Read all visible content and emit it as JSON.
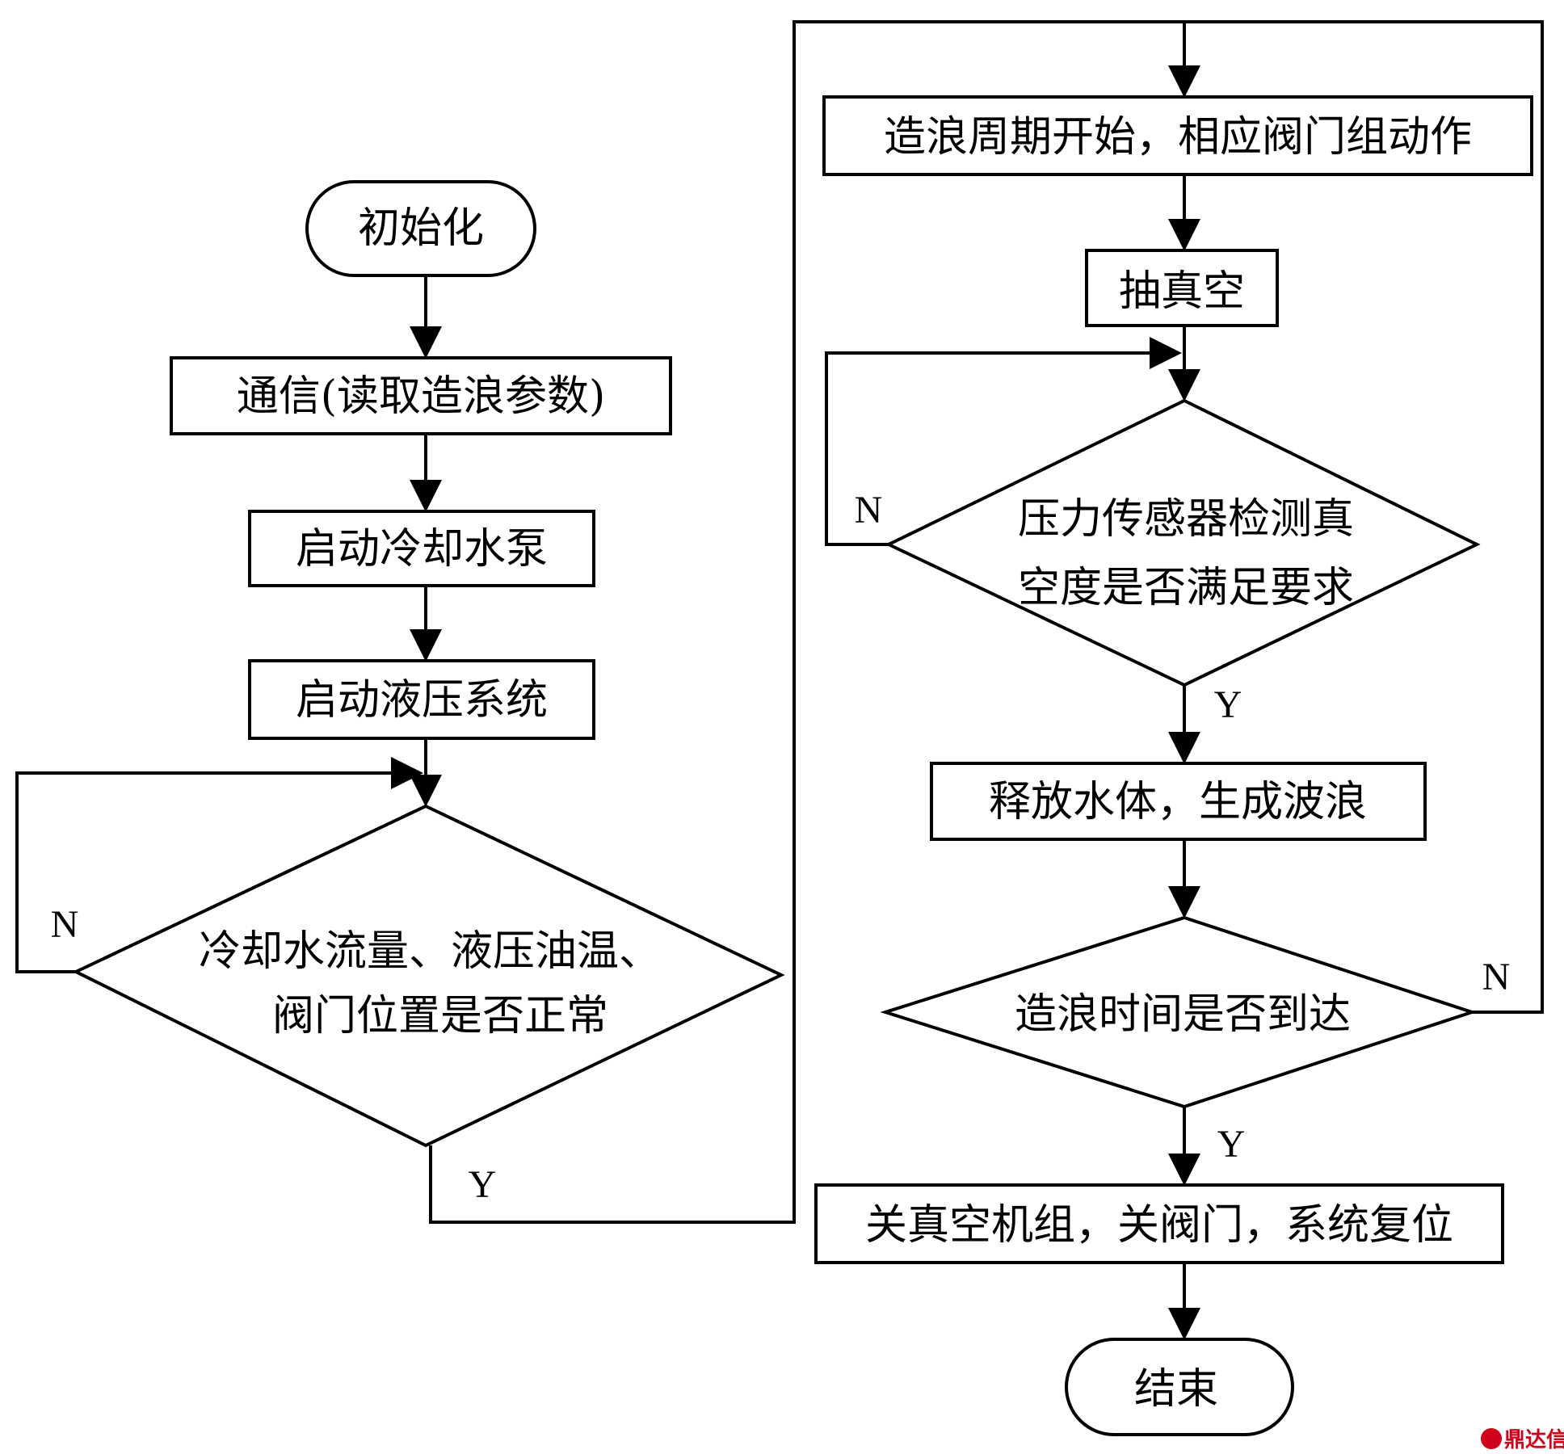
{
  "nodes": {
    "init": "初始化",
    "comm": "通信(读取造浪参数)",
    "cooling_pump": "启动冷却水泵",
    "hydraulic": "启动液压系统",
    "check1_line1": "冷却水流量、液压油温、",
    "check1_line2": "阀门位置是否正常",
    "cycle_start": "造浪周期开始，相应阀门组动作",
    "vacuum": "抽真空",
    "check2_line1": "压力传感器检测真",
    "check2_line2": "空度是否满足要求",
    "release": "释放水体，生成波浪",
    "check3": "造浪时间是否到达",
    "shutdown": "关真空机组，关阀门，系统复位",
    "end": "结束"
  },
  "branch_labels": {
    "check1_no": "N",
    "check1_yes": "Y",
    "check2_no": "N",
    "check2_yes": "Y",
    "check3_no": "N",
    "check3_yes": "Y"
  },
  "watermark": {
    "text": "鼎达信",
    "color": "#d0021b"
  },
  "colors": {
    "line": "#000000",
    "background": "#ffffff"
  }
}
